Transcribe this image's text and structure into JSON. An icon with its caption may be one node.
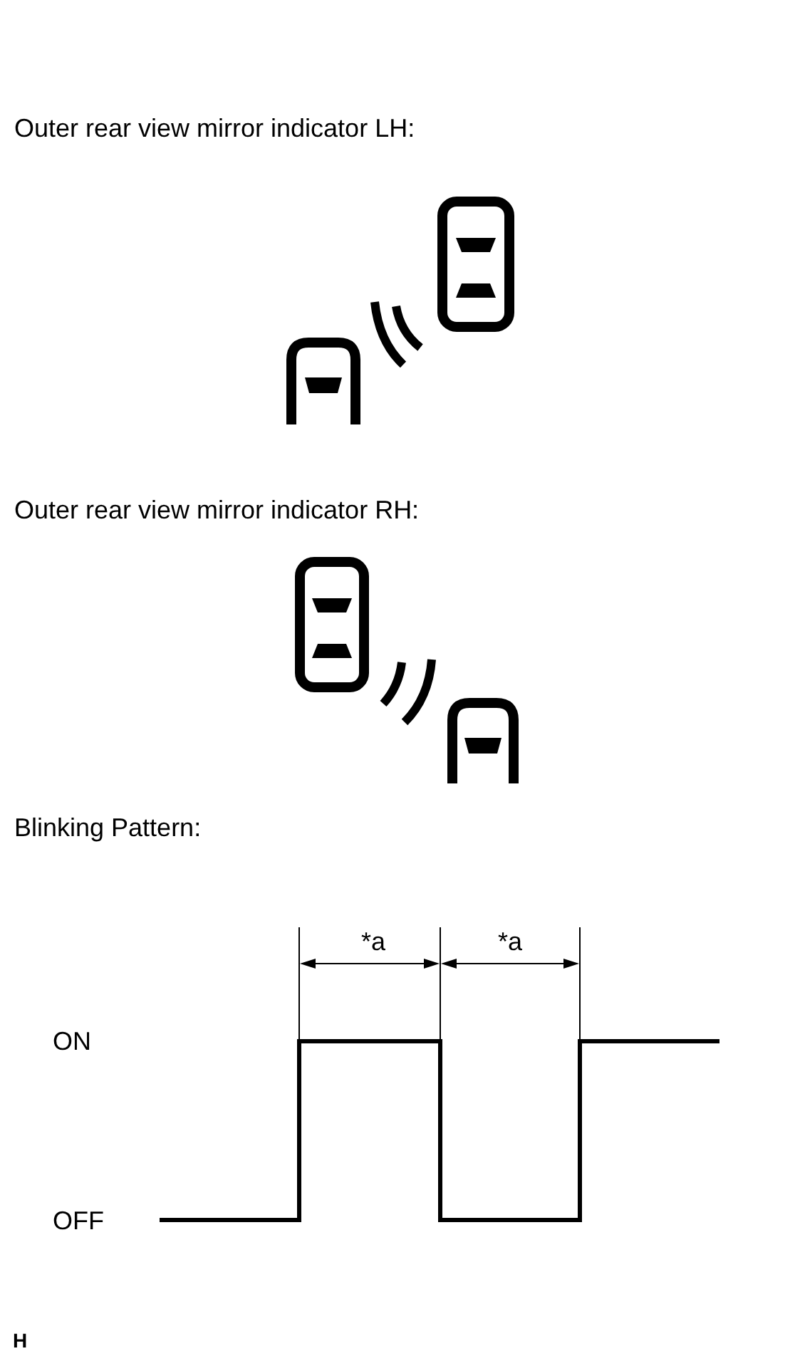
{
  "diagram": {
    "labels": [
      "Outer rear view mirror indicator LH:",
      "Outer rear view mirror indicator RH:",
      "Blinking Pattern:",
      "*a",
      "*a",
      "ON",
      "OFF",
      "H"
    ]
  }
}
